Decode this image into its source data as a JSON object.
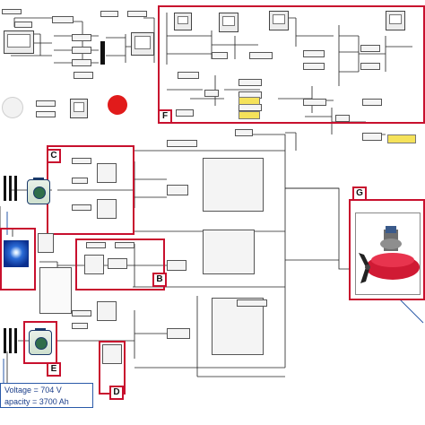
{
  "labels": {
    "c": "C",
    "b": "B",
    "e": "E",
    "d": "D",
    "f": "F",
    "g": "G"
  },
  "info": {
    "voltage_line": "Voltage = 704 V",
    "capacity_line": "apacity = 3700 Ah"
  },
  "colors": {
    "highlight": "#c8102e",
    "info_text": "#1c3f8a",
    "wire": "#111111",
    "led_off": "#f2f2f2",
    "led_on": "#e11b1b"
  },
  "icons": {
    "battery_c": "battery-icon",
    "battery_e": "battery-icon",
    "pv_panel": "solar-panel-icon",
    "motor": "propeller-motor-icon"
  }
}
